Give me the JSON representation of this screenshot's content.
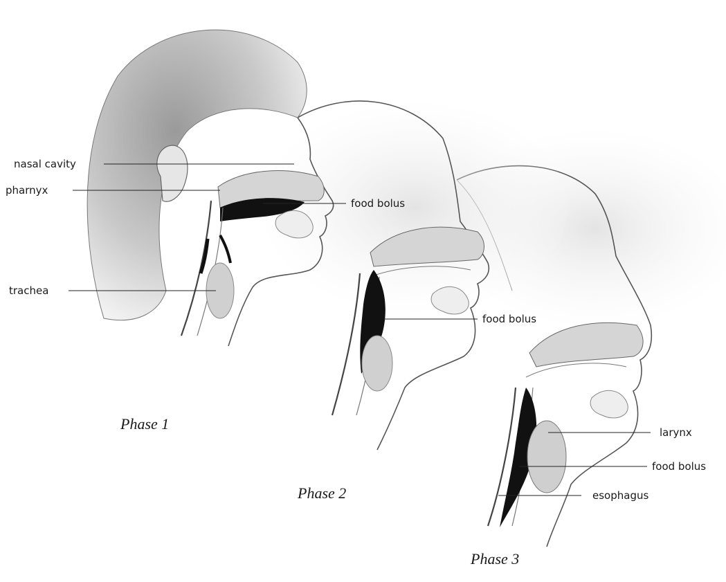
{
  "labels": {
    "nasal_cavity": "nasal cavity",
    "pharynx": "pharnyx",
    "trachea": "trachea",
    "food_bolus_1": "food bolus",
    "food_bolus_2": "food bolus",
    "food_bolus_3": "food bolus",
    "larynx": "larynx",
    "esophagus": "esophagus"
  },
  "phases": {
    "phase_1": "Phase 1",
    "phase_2": "Phase 2",
    "phase_3": "Phase 3"
  },
  "colors": {
    "ink": "#1a1a1a",
    "sketch": "#555555",
    "shade": "#c8c8c8",
    "bolus": "#111111"
  }
}
